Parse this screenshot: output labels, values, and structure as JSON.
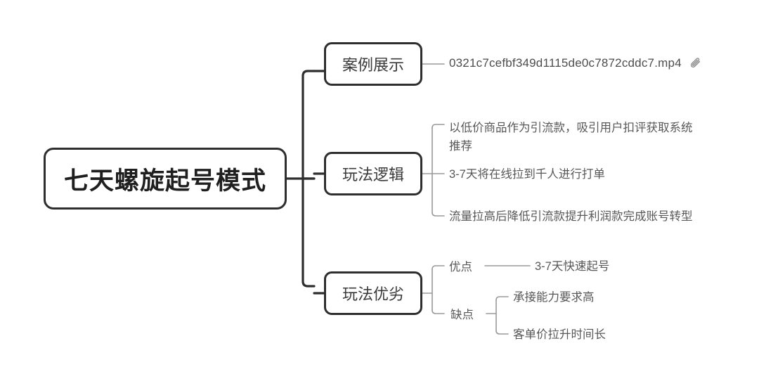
{
  "diagram": {
    "type": "mindmap",
    "title": "七天螺旋起号模式",
    "root": {
      "label": "七天螺旋起号模式"
    },
    "branches": [
      {
        "label": "案例展示",
        "children": [
          {
            "label": "0321c7cefbf349d1115de0c7872cddc7.mp4",
            "icon": "paperclip-icon",
            "kind": "attachment"
          }
        ]
      },
      {
        "label": "玩法逻辑",
        "children": [
          {
            "label": "以低价商品作为引流款，吸引用户扣评获取系统推荐"
          },
          {
            "label": "3-7天将在线拉到千人进行打单"
          },
          {
            "label": "流量拉高后降低引流款提升利润款完成账号转型"
          }
        ]
      },
      {
        "label": "玩法优劣",
        "children": [
          {
            "label": "优点",
            "children": [
              {
                "label": "3-7天快速起号"
              }
            ]
          },
          {
            "label": "缺点",
            "children": [
              {
                "label": "承接能力要求高"
              },
              {
                "label": "客单价拉升时间长"
              }
            ]
          }
        ]
      }
    ]
  },
  "colors": {
    "background": "#ffffff",
    "node_border": "#2e2e2e",
    "root_text": "#1f1f1f",
    "branch_text": "#3a3a3a",
    "leaf_text": "#585858",
    "trunk_line": "#2e2e2e",
    "sub_line": "#9a9a9a"
  }
}
